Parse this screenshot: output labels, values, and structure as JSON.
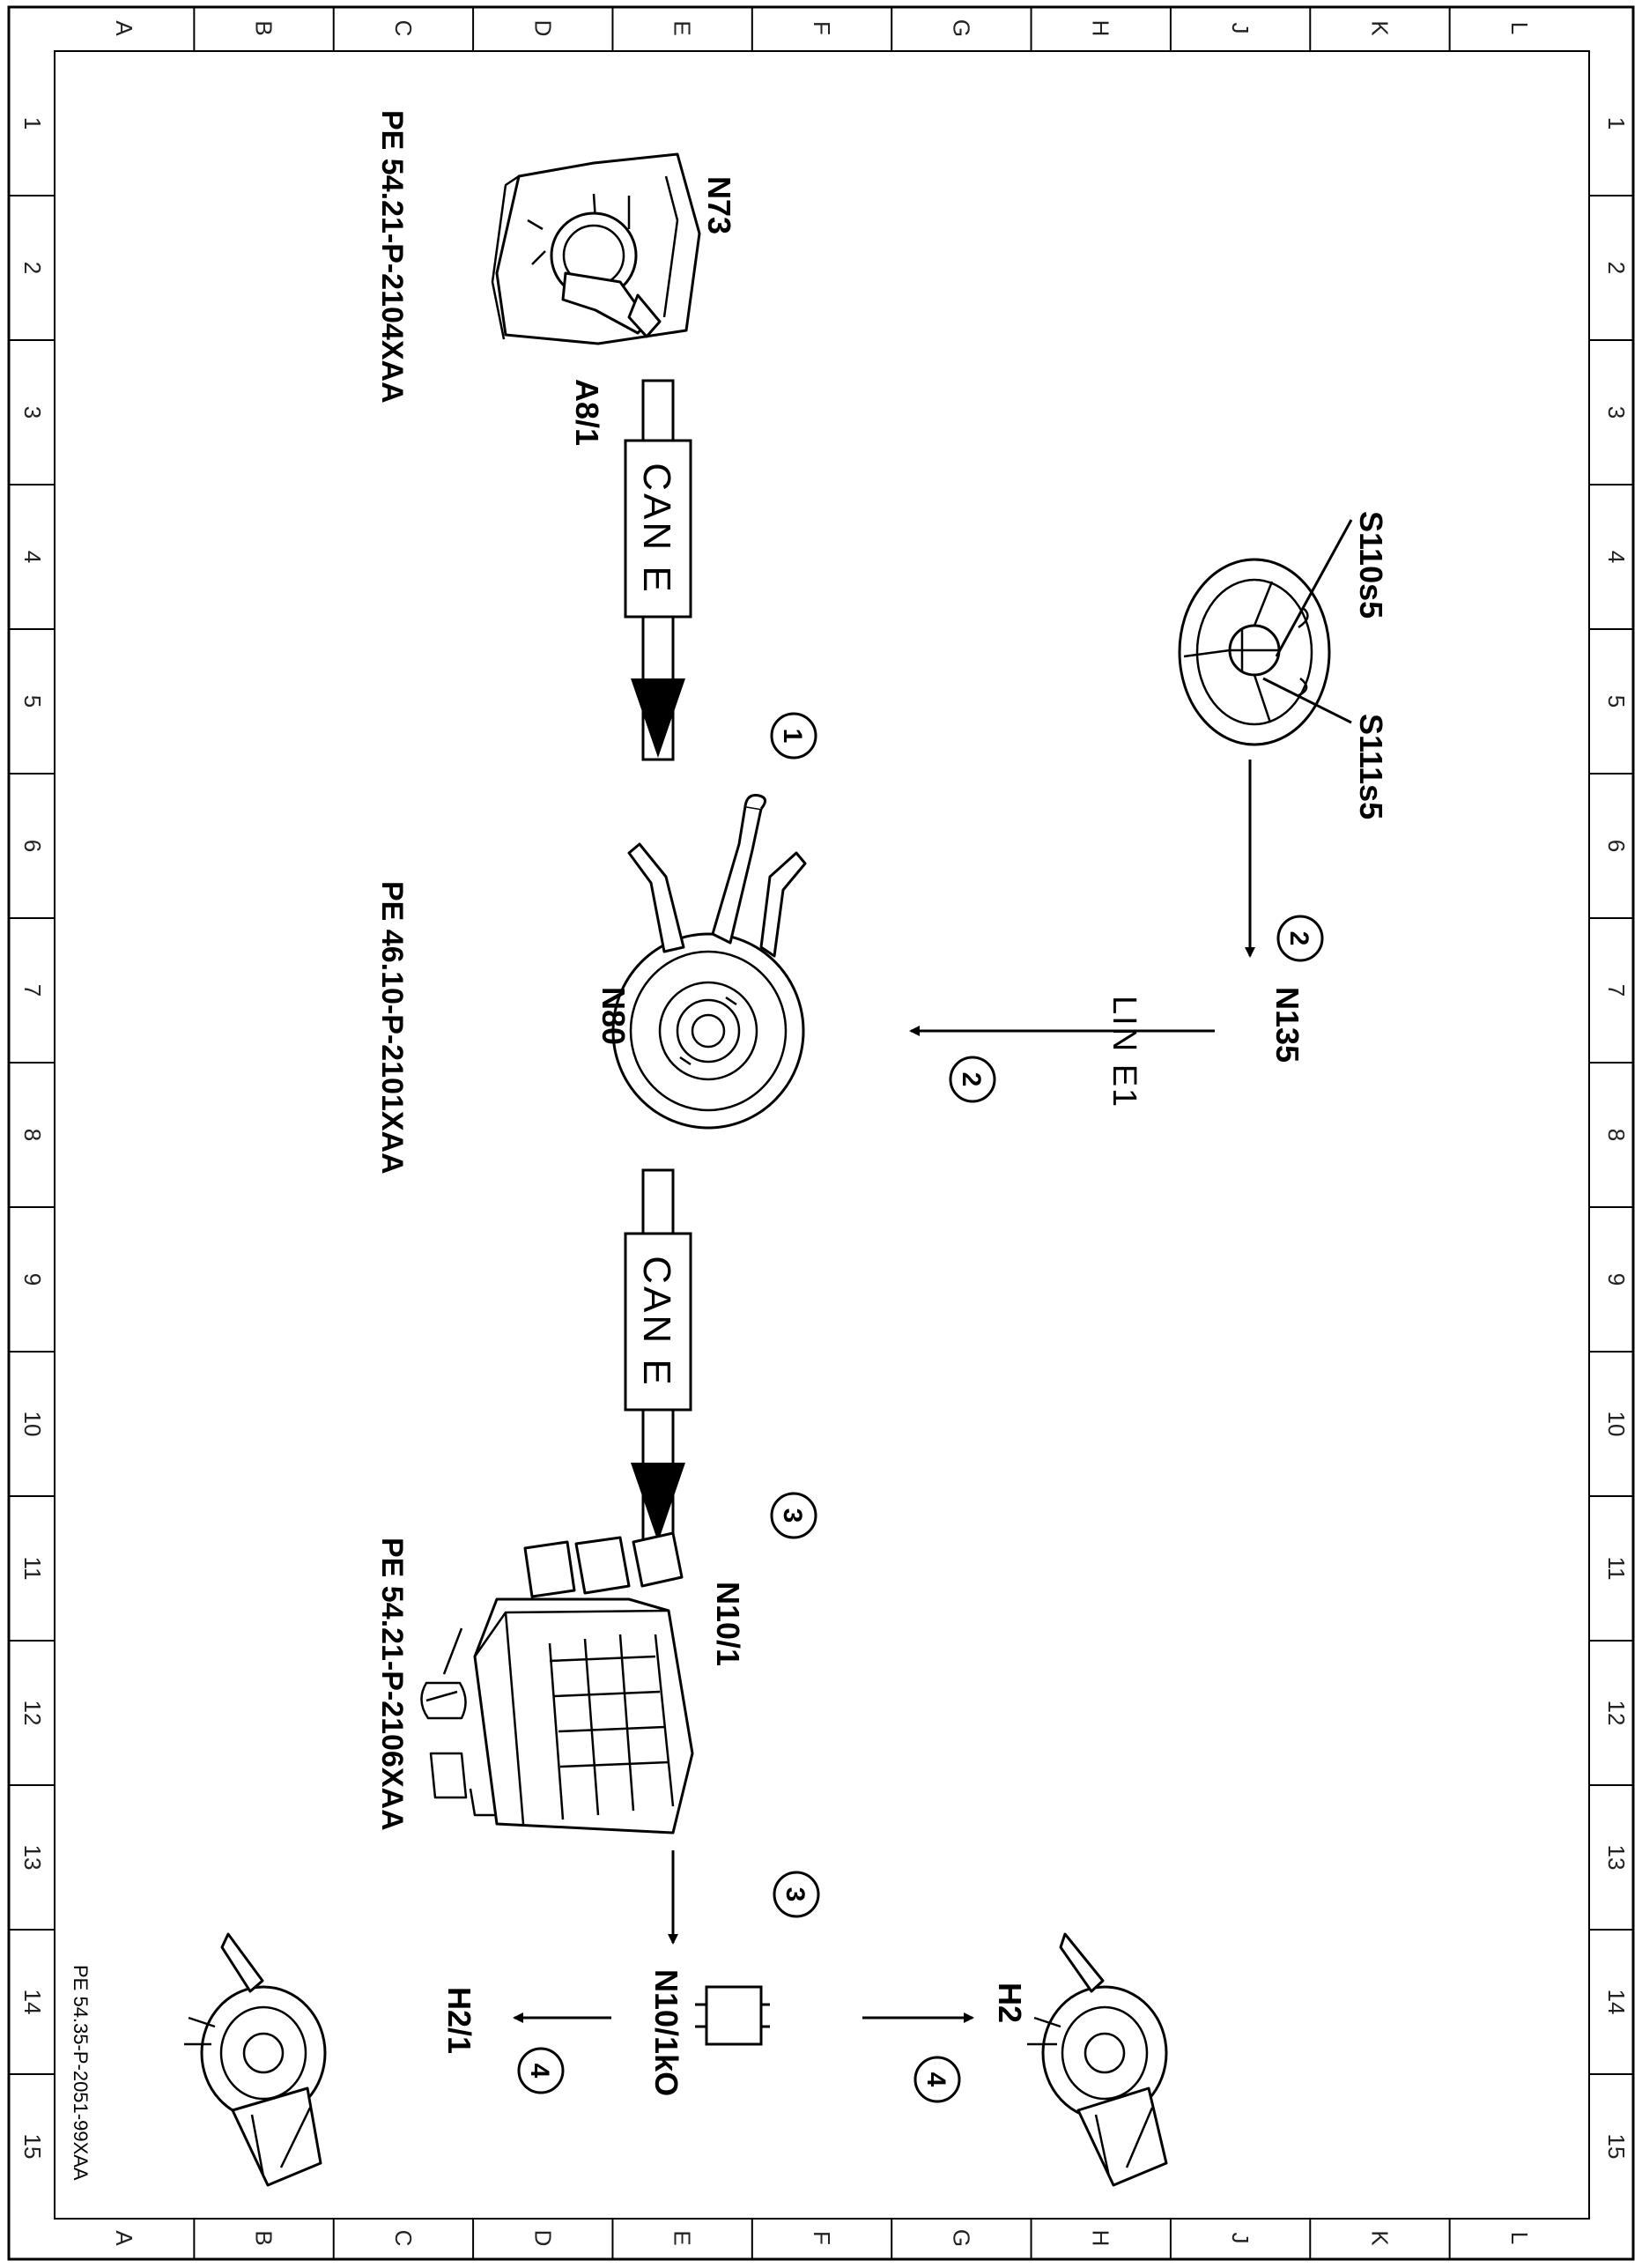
{
  "grid": {
    "columns": [
      "L",
      "K",
      "J",
      "H",
      "G",
      "F",
      "E",
      "D",
      "C",
      "B",
      "A"
    ],
    "rows": [
      "1",
      "2",
      "3",
      "4",
      "5",
      "6",
      "7",
      "8",
      "9",
      "10",
      "11",
      "12",
      "13",
      "14",
      "15"
    ]
  },
  "document_id": "PE 54.35-P-2051-99XAA",
  "components": {
    "n73": "N73",
    "a8_1": "A8/1",
    "s110s5": "S110s5",
    "s111s5": "S111s5",
    "n80": "N80",
    "n135": "N135",
    "n10_1": "N10/1",
    "n10_1ko": "N10/1kO",
    "h2": "H2",
    "h2_1": "H2/1"
  },
  "references": {
    "n73": "PE 54.21-P-2104XAA",
    "n80": "PE 46.10-P-2101XAA",
    "n10_1": "PE 54.21-P-2106XAA"
  },
  "buses": {
    "can_top": "CAN E",
    "can_bottom": "CAN E",
    "lin": "LIN E1"
  },
  "steps": {
    "s1": "1",
    "s2a": "2",
    "s2b": "2",
    "s3a": "3",
    "s3b": "3",
    "s4a": "4",
    "s4b": "4"
  }
}
